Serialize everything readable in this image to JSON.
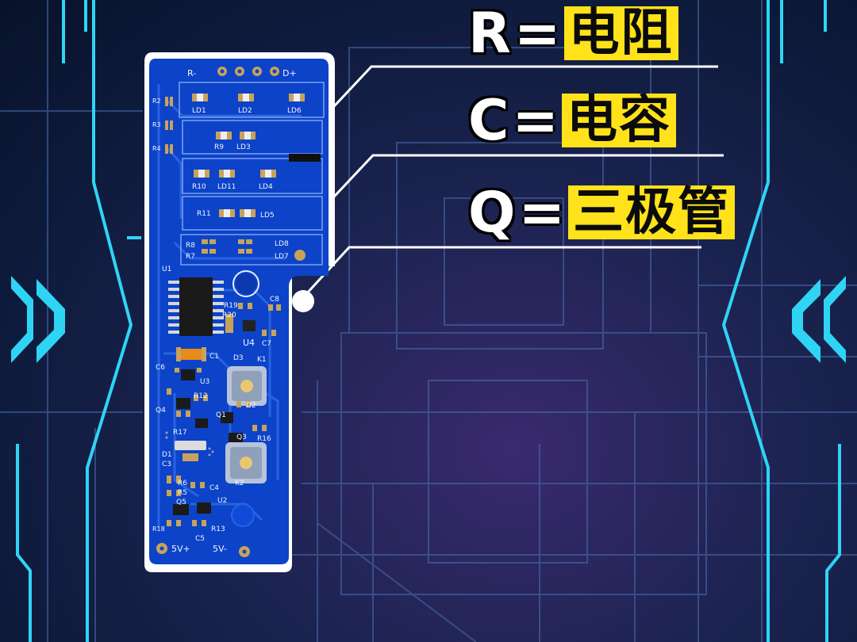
{
  "legend": [
    {
      "letter": "R",
      "word": "电阻"
    },
    {
      "letter": "C",
      "word": "电容"
    },
    {
      "letter": "Q",
      "word": "三极管"
    }
  ],
  "legend_eq": "=",
  "pcb_labels": {
    "R_minus": "R-",
    "D_plus": "D+",
    "LD1": "LD1",
    "LD2": "LD2",
    "LD6": "LD6",
    "R2": "R2",
    "R3": "R3",
    "R4": "R4",
    "R9": "R9",
    "LD3": "LD3",
    "R10": "R10",
    "LD11": "LD11",
    "LD4": "LD4",
    "R11": "R11",
    "LD5": "LD5",
    "R8": "R8",
    "R7": "R7",
    "LD8": "LD8",
    "LD7": "LD7",
    "U1": "U1",
    "R19": "R19",
    "R20": "R20",
    "C8": "C8",
    "U4": "U4",
    "C7": "C7",
    "C1": "C1",
    "D3": "D3",
    "K1": "K1",
    "C6": "C6",
    "U3": "U3",
    "R12": "R12",
    "Q4": "Q4",
    "D2": "D2",
    "Q1": "Q1",
    "R17": "R17",
    "Q3": "Q3",
    "R16": "R16",
    "D1": "D1",
    "C3": "C3",
    "K2": "K2",
    "R6": "R6",
    "R5": "R5",
    "C4": "C4",
    "Q5": "Q5",
    "U2": "U2",
    "R18": "R18",
    "R13": "R13",
    "C5": "C5",
    "V5_plus": "5V+",
    "V5_minus": "5V-"
  },
  "colors": {
    "highlight": "#ffe21a",
    "pcb_blue": "#0c43c8",
    "pcb_trace": "#2a63e0",
    "pad_gold": "#c9a25a",
    "neon": "#2fd4f5"
  }
}
